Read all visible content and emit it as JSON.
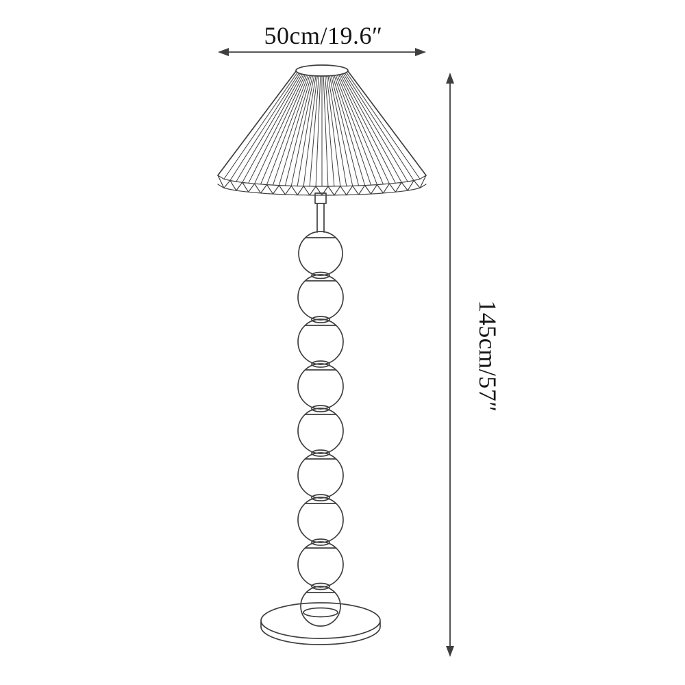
{
  "diagram": {
    "name": "Floor lamp dimension diagram",
    "width_dimension": {
      "label": "50cm/19.6″"
    },
    "height_dimension": {
      "label": "145cm/57″"
    },
    "colors": {
      "line": "#3f3f3f",
      "text": "#161616",
      "background": "#ffffff"
    }
  }
}
